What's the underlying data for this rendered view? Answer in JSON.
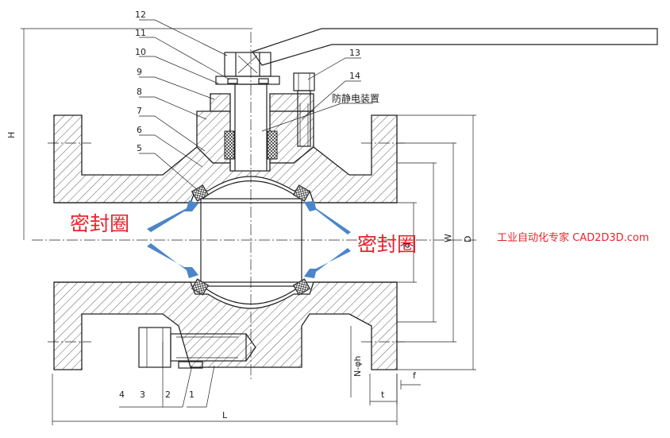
{
  "part_numbers": [
    "12",
    "11",
    "10",
    "9",
    "8",
    "7",
    "6",
    "5",
    "13",
    "14",
    "4",
    "3",
    "2",
    "1"
  ],
  "labels": {
    "anti_static": "防静电装置",
    "seal_ring_left": "密封圈",
    "seal_ring_right": "密封圈",
    "watermark": "工业自动化专家 CAD2D3D.com"
  },
  "dimensions": {
    "H": "H",
    "L": "L",
    "d": "d",
    "W": "W",
    "D": "D",
    "f": "f",
    "t": "t",
    "nh": "N-φh"
  },
  "colors": {
    "seal_text": "#e8242c",
    "arrow": "#4a86c8",
    "line": "#222222"
  }
}
